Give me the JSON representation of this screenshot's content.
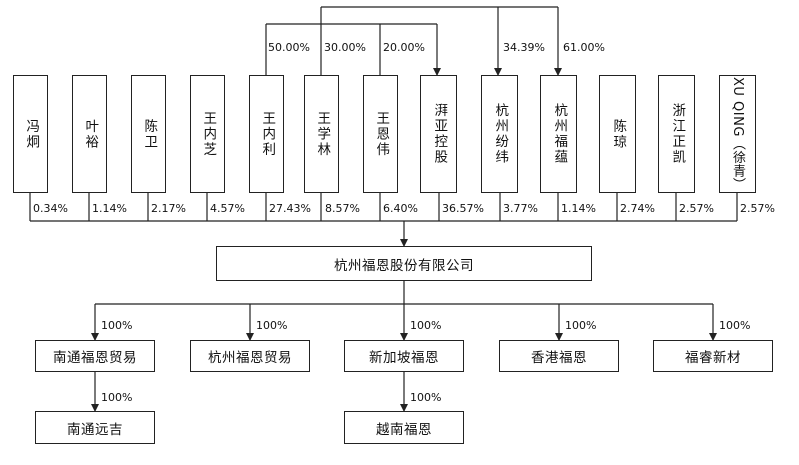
{
  "shareholders": [
    {
      "name": "冯炯",
      "pct": "0.34%"
    },
    {
      "name": "叶裕",
      "pct": "1.14%"
    },
    {
      "name": "陈卫",
      "pct": "2.17%"
    },
    {
      "name": "王内芝",
      "pct": "4.57%"
    },
    {
      "name": "王内利",
      "pct": "27.43%"
    },
    {
      "name": "王学林",
      "pct": "8.57%"
    },
    {
      "name": "王恩伟",
      "pct": "6.40%"
    },
    {
      "name": "湃亚控股",
      "pct": "36.57%"
    },
    {
      "name": "杭州纷纬",
      "pct": "3.77%"
    },
    {
      "name": "杭州福蕴",
      "pct": "1.14%"
    },
    {
      "name": "陈琼",
      "pct": "2.74%"
    },
    {
      "name": "浙江正凯",
      "pct": "2.57%"
    },
    {
      "name": "XU QING（徐青）",
      "pct": "2.57%"
    }
  ],
  "cross_holdings": [
    {
      "pct": "50.00%"
    },
    {
      "pct": "30.00%"
    },
    {
      "pct": "20.00%"
    },
    {
      "pct": "34.39%"
    },
    {
      "pct": "61.00%"
    }
  ],
  "company": {
    "name": "杭州福恩股份有限公司"
  },
  "subsidiaries": [
    {
      "name": "南通福恩贸易",
      "pct": "100%"
    },
    {
      "name": "杭州福恩贸易",
      "pct": "100%"
    },
    {
      "name": "新加坡福恩",
      "pct": "100%"
    },
    {
      "name": "香港福恩",
      "pct": "100%"
    },
    {
      "name": "福睿新材",
      "pct": "100%"
    }
  ],
  "second_level": [
    {
      "name": "南通远吉",
      "pct": "100%"
    },
    {
      "name": "越南福恩",
      "pct": "100%"
    }
  ]
}
